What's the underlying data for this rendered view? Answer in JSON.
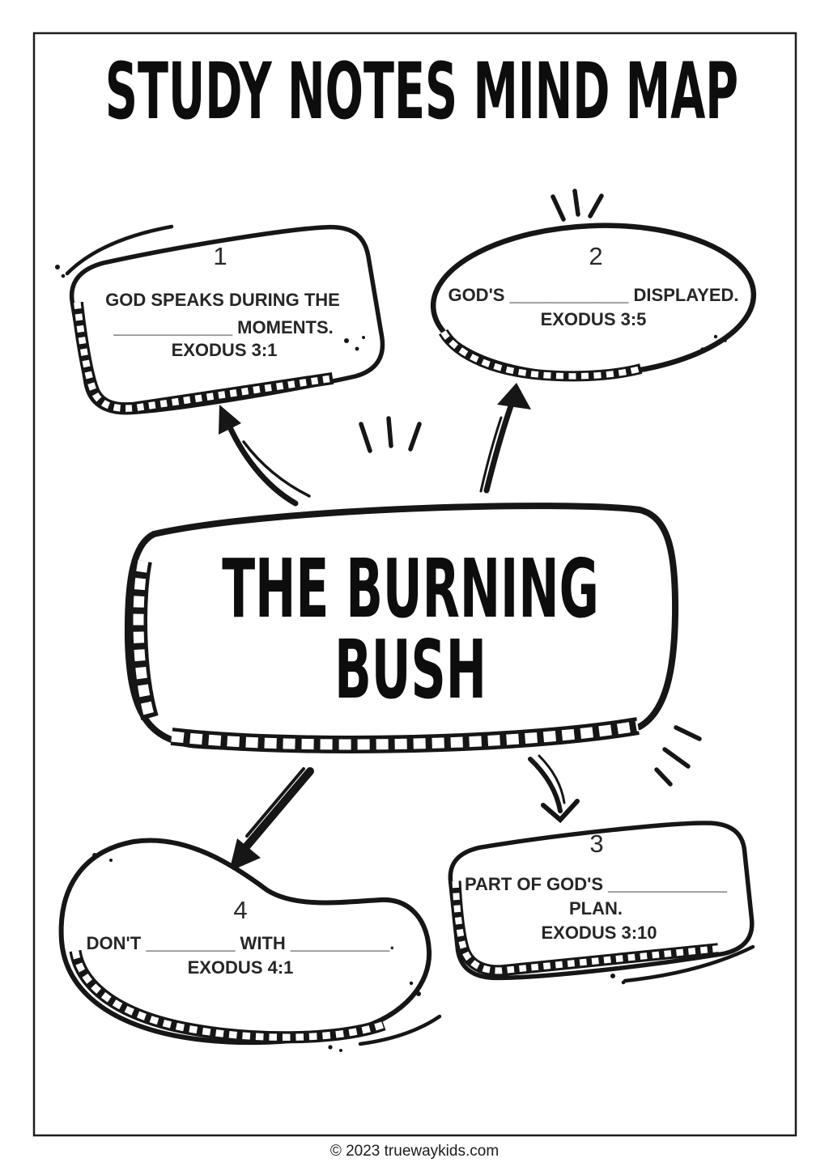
{
  "page": {
    "title": "STUDY NOTES MIND MAP",
    "footer": "© 2023 truewaykids.com",
    "background": "#ffffff",
    "ink": "#161616"
  },
  "center_node": {
    "label_line1": "THE BURNING",
    "label_line2": "BUSH"
  },
  "nodes": {
    "n1": {
      "number": "1",
      "line1": "GOD SPEAKS DURING THE",
      "line2": "____________ MOMENTS.",
      "line3": "EXODUS 3:1",
      "shape": "rounded-rectangle",
      "position": "top-left"
    },
    "n2": {
      "number": "2",
      "line1": "GOD'S ____________ DISPLAYED.",
      "line2": "EXODUS 3:5",
      "shape": "ellipse",
      "position": "top-right"
    },
    "n3": {
      "number": "3",
      "line1": "PART OF GOD'S ____________",
      "line2": "PLAN.",
      "line3": "EXODUS 3:10",
      "shape": "rounded-rectangle",
      "position": "bottom-right"
    },
    "n4": {
      "number": "4",
      "line1": "DON'T _________ WITH __________.",
      "line2": "EXODUS 4:1",
      "shape": "blob",
      "position": "bottom-left"
    }
  }
}
